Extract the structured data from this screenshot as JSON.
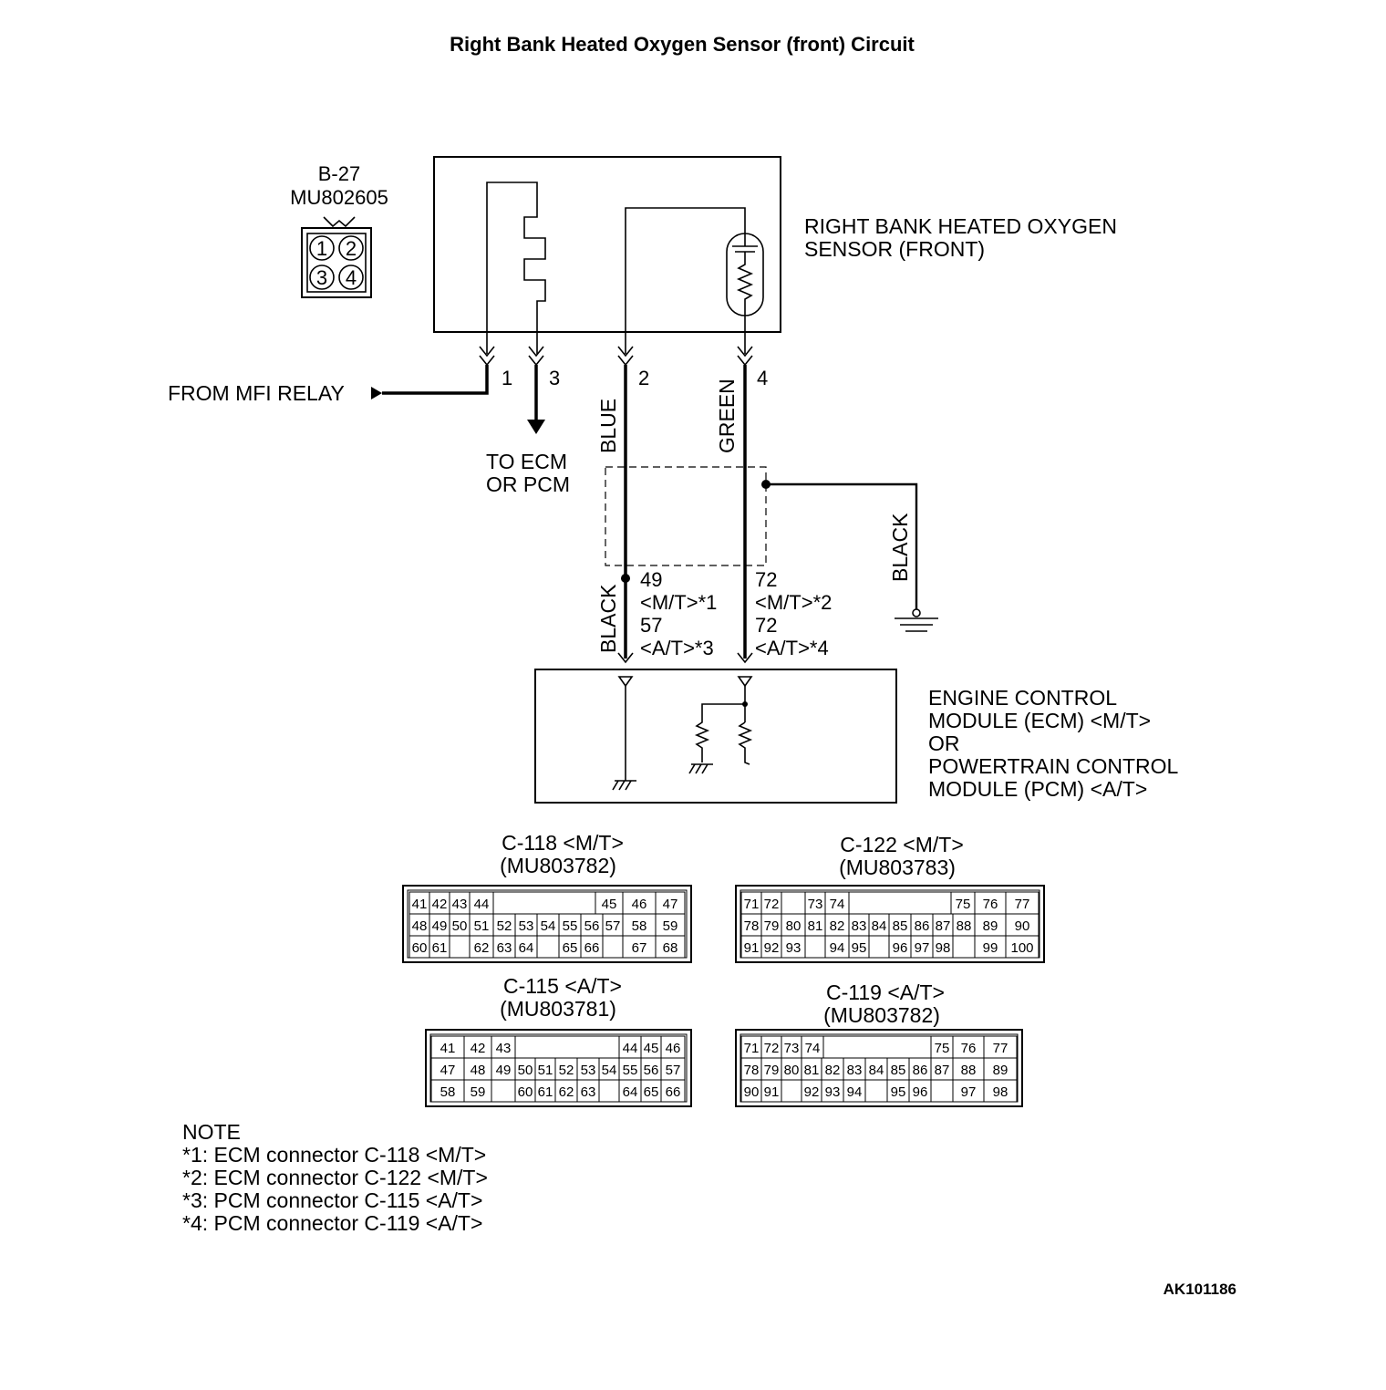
{
  "title": "Right Bank Heated Oxygen Sensor (front) Circuit",
  "sensor_connector": {
    "id": "B-27",
    "part": "MU802605",
    "pins": [
      "1",
      "2",
      "3",
      "4"
    ]
  },
  "sensor_name": [
    "RIGHT BANK HEATED OXYGEN",
    "SENSOR (FRONT)"
  ],
  "sensor_pins": [
    "1",
    "3",
    "2",
    "4"
  ],
  "from_relay": "FROM MFI RELAY",
  "to_ecm": [
    "TO ECM",
    "OR PCM"
  ],
  "wire_colors": {
    "blue": "BLUE",
    "green": "GREEN",
    "black_left": "BLACK",
    "black_right": "BLACK"
  },
  "ecm_pins_left": [
    "49",
    "<M/T>*1",
    "57",
    "<A/T>*3"
  ],
  "ecm_pins_right": [
    "72",
    "<M/T>*2",
    "72",
    "<A/T>*4"
  ],
  "module_name": [
    "ENGINE CONTROL",
    "MODULE (ECM) <M/T>",
    "OR",
    "POWERTRAIN CONTROL",
    "MODULE (PCM) <A/T>"
  ],
  "connectors": {
    "c118": {
      "label": "C-118 <M/T>",
      "part": "(MU803782)",
      "rows": [
        [
          "41",
          "42",
          "43",
          "44",
          "",
          "45",
          "46",
          "47"
        ],
        [
          "48",
          "49",
          "50",
          "51",
          "52",
          "53",
          "54",
          "55",
          "56",
          "57",
          "58",
          "59"
        ],
        [
          "60",
          "61",
          "",
          "62",
          "63",
          "64",
          "",
          "65",
          "66",
          "",
          "67",
          "68"
        ]
      ]
    },
    "c122": {
      "label": "C-122 <M/T>",
      "part": "(MU803783)",
      "rows": [
        [
          "71",
          "72",
          "",
          "73",
          "74",
          "",
          "75",
          "76",
          "77"
        ],
        [
          "78",
          "79",
          "80",
          "81",
          "82",
          "83",
          "84",
          "85",
          "86",
          "87",
          "88",
          "89",
          "90"
        ],
        [
          "91",
          "92",
          "93",
          "",
          "94",
          "95",
          "",
          "96",
          "97",
          "98",
          "",
          "99",
          "100"
        ]
      ]
    },
    "c115": {
      "label": "C-115 <A/T>",
      "part": "(MU803781)",
      "rows": [
        [
          "41",
          "42",
          "43",
          "",
          "44",
          "45",
          "46"
        ],
        [
          "47",
          "48",
          "49",
          "50",
          "51",
          "52",
          "53",
          "54",
          "55",
          "56",
          "57"
        ],
        [
          "58",
          "59",
          "",
          "60",
          "61",
          "62",
          "63",
          "",
          "64",
          "65",
          "66"
        ]
      ]
    },
    "c119": {
      "label": "C-119 <A/T>",
      "part": "(MU803782)",
      "rows": [
        [
          "71",
          "72",
          "73",
          "74",
          "",
          "75",
          "76",
          "77"
        ],
        [
          "78",
          "79",
          "80",
          "81",
          "82",
          "83",
          "84",
          "85",
          "86",
          "87",
          "88",
          "89"
        ],
        [
          "90",
          "91",
          "",
          "92",
          "93",
          "94",
          "",
          "95",
          "96",
          "",
          "97",
          "98"
        ]
      ]
    }
  },
  "note": {
    "heading": "NOTE",
    "lines": [
      "*1: ECM connector C-118 <M/T>",
      "*2: ECM connector C-122 <M/T>",
      "*3: PCM connector C-115 <A/T>",
      "*4: PCM connector C-119 <A/T>"
    ]
  },
  "figure_id": "AK101186"
}
